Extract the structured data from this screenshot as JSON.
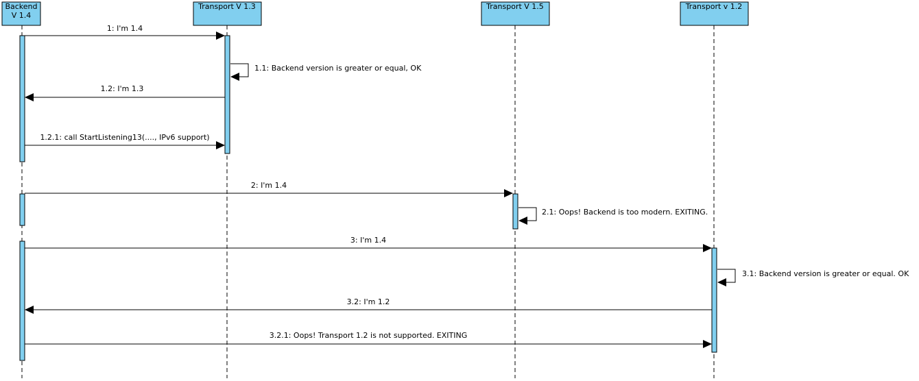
{
  "participants": [
    {
      "id": "backend",
      "label_lines": [
        "Backend",
        "V 1.4"
      ]
    },
    {
      "id": "t13",
      "label_lines": [
        "Transport V 1.3"
      ]
    },
    {
      "id": "t15",
      "label_lines": [
        "Transport V 1.5"
      ]
    },
    {
      "id": "t12",
      "label_lines": [
        "Transport v 1.2"
      ]
    }
  ],
  "messages": [
    {
      "id": "m1",
      "from": "backend",
      "to": "t13",
      "label": "1: I'm 1.4"
    },
    {
      "id": "m1_1",
      "from": "t13",
      "to": "t13",
      "label": "1.1:  Backend version is greater or equal, OK"
    },
    {
      "id": "m1_2",
      "from": "t13",
      "to": "backend",
      "label": "1.2: I'm 1.3"
    },
    {
      "id": "m1_2_1",
      "from": "backend",
      "to": "t13",
      "label": "1.2.1: call StartListening13(...., IPv6 support)"
    },
    {
      "id": "m2",
      "from": "backend",
      "to": "t15",
      "label": "2: I'm 1.4"
    },
    {
      "id": "m2_1",
      "from": "t15",
      "to": "t15",
      "label": "2.1: Oops! Backend is too modern. EXITING."
    },
    {
      "id": "m3",
      "from": "backend",
      "to": "t12",
      "label": "3: I'm 1.4"
    },
    {
      "id": "m3_1",
      "from": "t12",
      "to": "t12",
      "label": "3.1: Backend version is greater or equal. OK"
    },
    {
      "id": "m3_2",
      "from": "t12",
      "to": "backend",
      "label": "3.2: I'm 1.2"
    },
    {
      "id": "m3_2_1",
      "from": "backend",
      "to": "t12",
      "label": "3.2.1: Oops! Transport 1.2 is not supported. EXITING"
    }
  ],
  "colors": {
    "participant_fill": "#81cfef",
    "activation_fill": "#81cfef",
    "line": "#000000",
    "background": "#ffffff"
  }
}
